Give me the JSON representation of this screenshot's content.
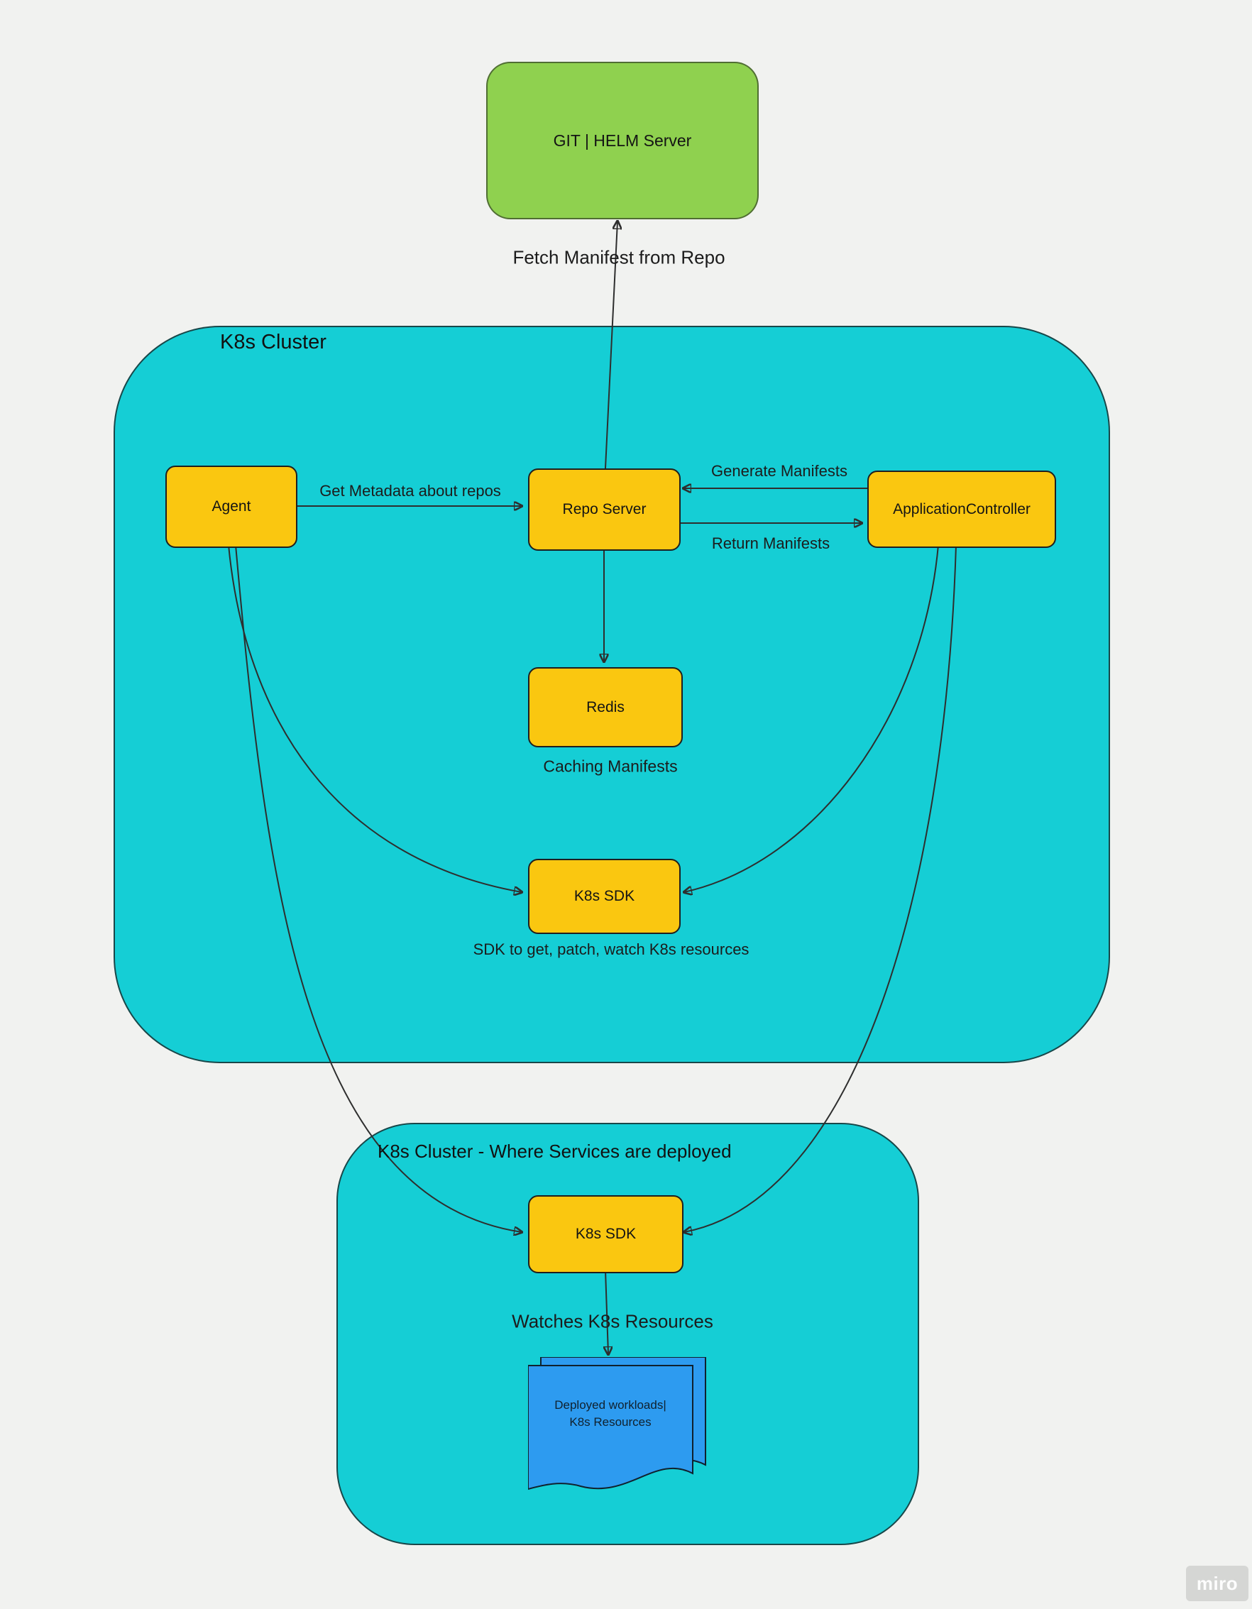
{
  "diagram": {
    "clusters": {
      "main": {
        "label": "K8s Cluster"
      },
      "deploy": {
        "label": "K8s Cluster - Where Services are deployed"
      }
    },
    "nodes": {
      "git_helm_server": {
        "label": "GIT | HELM Server"
      },
      "agent": {
        "label": "Agent"
      },
      "repo_server": {
        "label": "Repo Server"
      },
      "application_controller": {
        "label": "ApplicationController"
      },
      "redis": {
        "label": "Redis"
      },
      "k8s_sdk_main": {
        "label": "K8s SDK"
      },
      "k8s_sdk_deploy": {
        "label": "K8s SDK"
      },
      "workloads_document": {
        "line1": "Deployed workloads|",
        "line2": "K8s Resources"
      }
    },
    "edge_labels": {
      "fetch_manifest": "Fetch Manifest from Repo",
      "get_metadata": "Get Metadata about repos",
      "generate_manifests": "Generate Manifests",
      "return_manifests": "Return Manifests",
      "caching_manifests": "Caching Manifests",
      "sdk_note": "SDK to get, patch, watch K8s resources",
      "watches_resources": "Watches K8s Resources"
    },
    "colors": {
      "background": "#f1f2f0",
      "cluster_fill": "#15ced5",
      "node_fill": "#fac710",
      "server_fill": "#8fd14f",
      "document_fill": "#2d9bf0",
      "connector": "#2e2e2e"
    },
    "watermark": "miro"
  }
}
